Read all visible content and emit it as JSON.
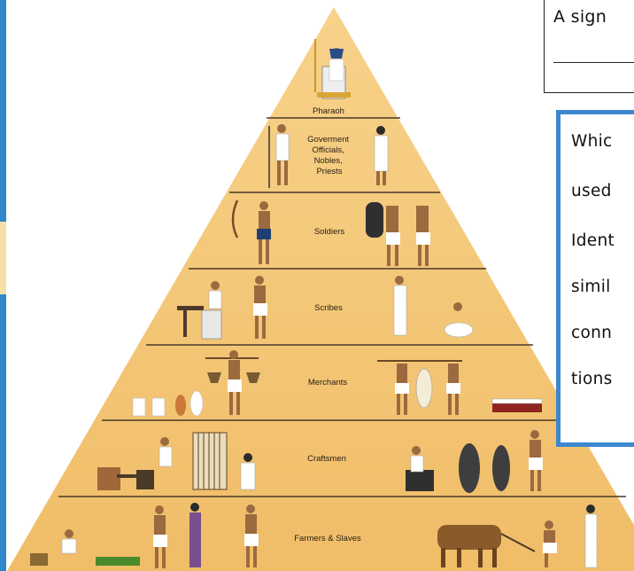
{
  "pyramid": {
    "tiers": [
      {
        "label_lines": [
          "Pharaoh"
        ]
      },
      {
        "label_lines": [
          "Goverment",
          "Officials,",
          "Nobles,",
          "Priests"
        ]
      },
      {
        "label_lines": [
          "Soldiers"
        ]
      },
      {
        "label_lines": [
          "Scribes"
        ]
      },
      {
        "label_lines": [
          "Merchants"
        ]
      },
      {
        "label_lines": [
          "Craftsmen"
        ]
      },
      {
        "label_lines": [
          "Farmers & Slaves"
        ]
      }
    ],
    "colors": {
      "fill": "#f5c978",
      "edge": "#e9b25d",
      "divider": "#4a3a28"
    }
  },
  "worksheet": {
    "top_card_text": "A sign",
    "question_lines": [
      "Whic",
      "used",
      "Ident",
      "simil",
      "conn",
      "tions"
    ]
  }
}
